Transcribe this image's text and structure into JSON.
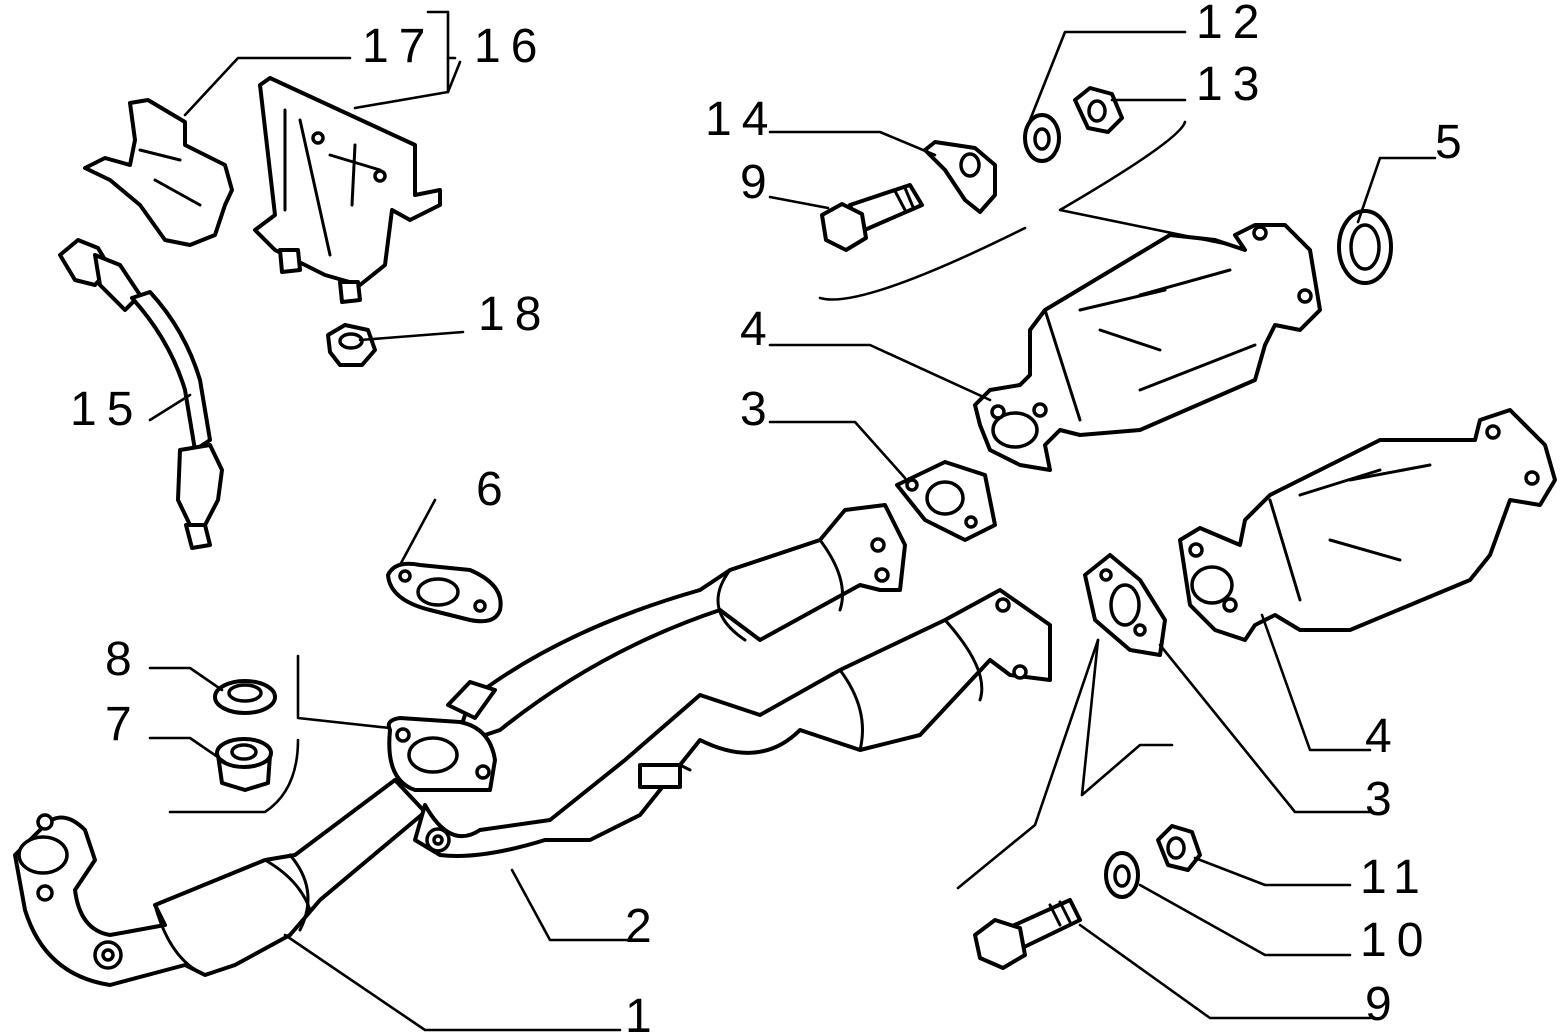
{
  "callouts": [
    {
      "id": "c1",
      "text": "1"
    },
    {
      "id": "c2",
      "text": "2"
    },
    {
      "id": "c3a",
      "text": "3"
    },
    {
      "id": "c3b",
      "text": "3"
    },
    {
      "id": "c4a",
      "text": "4"
    },
    {
      "id": "c4b",
      "text": "4"
    },
    {
      "id": "c5",
      "text": "5"
    },
    {
      "id": "c6",
      "text": "6"
    },
    {
      "id": "c7",
      "text": "7"
    },
    {
      "id": "c8",
      "text": "8"
    },
    {
      "id": "c9a",
      "text": "9"
    },
    {
      "id": "c9b",
      "text": "9"
    },
    {
      "id": "c10",
      "text": "10"
    },
    {
      "id": "c11",
      "text": "11"
    },
    {
      "id": "c12",
      "text": "12"
    },
    {
      "id": "c13",
      "text": "13"
    },
    {
      "id": "c14",
      "text": "14"
    },
    {
      "id": "c15",
      "text": "15"
    },
    {
      "id": "c16",
      "text": "16"
    },
    {
      "id": "c17",
      "text": "17"
    },
    {
      "id": "c18",
      "text": "18"
    }
  ]
}
